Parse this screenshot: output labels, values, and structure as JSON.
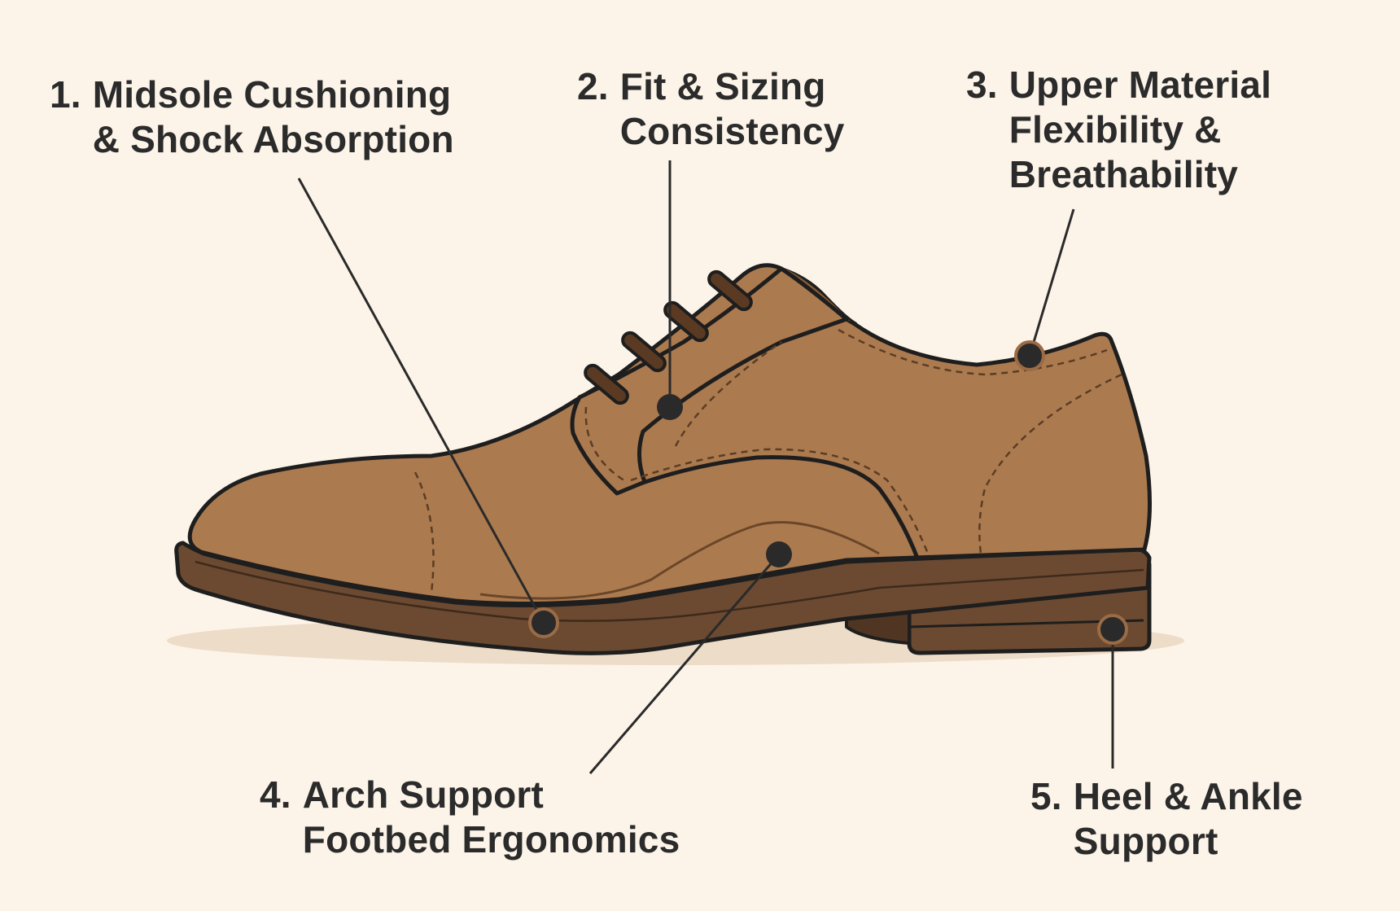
{
  "colors": {
    "background": "#fcf4e9",
    "leather": "#ac7a4f",
    "sole": "#6b4a31",
    "outline": "#1e1e1e",
    "marker": "#2a2a2a",
    "marker_ring": "#9a6b45",
    "text": "#2b2b2b"
  },
  "callouts": [
    {
      "number": "1.",
      "line1": "Midsole Cushioning",
      "line2": "& Shock Absorption",
      "line3": ""
    },
    {
      "number": "2.",
      "line1": "Fit & Sizing",
      "line2": "Consistency",
      "line3": ""
    },
    {
      "number": "3.",
      "line1": "Upper Material",
      "line2": "Flexibility &",
      "line3": "Breathability"
    },
    {
      "number": "4.",
      "line1": "Arch Support",
      "line2": "Footbed Ergonomics",
      "line3": ""
    },
    {
      "number": "5.",
      "line1": "Heel & Ankle",
      "line2": "Support",
      "line3": ""
    }
  ]
}
